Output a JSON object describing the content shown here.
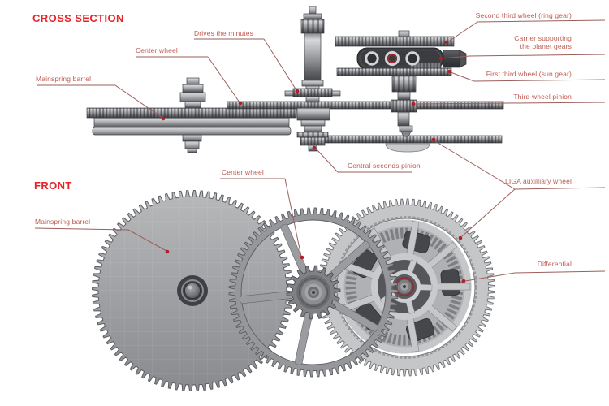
{
  "colors": {
    "title_red": "#e8232a",
    "label_red": "#c05a52",
    "leader_line": "#9a5f5b",
    "dot_red": "#b01f26",
    "metal_light": "#d7d8da",
    "metal_mid": "#8f9094",
    "metal_dark": "#3f4044"
  },
  "cross_section": {
    "title": "CROSS SECTION",
    "labels": {
      "drives_minutes": "Drives the minutes",
      "center_wheel": "Center wheel",
      "mainspring_barrel": "Mainspring barrel",
      "second_third_wheel": "Second third wheel (ring gear)",
      "carrier_line1": "Carrier supporting",
      "carrier_line2": "the planet gears",
      "first_third_wheel": "First third wheel (sun gear)",
      "third_wheel_pinion": "Third wheel pinion",
      "central_seconds_pinion": "Central seconds pinion"
    }
  },
  "front_view": {
    "title": "FRONT",
    "labels": {
      "center_wheel": "Center wheel",
      "mainspring_barrel": "Mainspring barrel",
      "liga_auxiliary_wheel": "LIGA auxilliary wheel",
      "differential": "Differential"
    }
  }
}
